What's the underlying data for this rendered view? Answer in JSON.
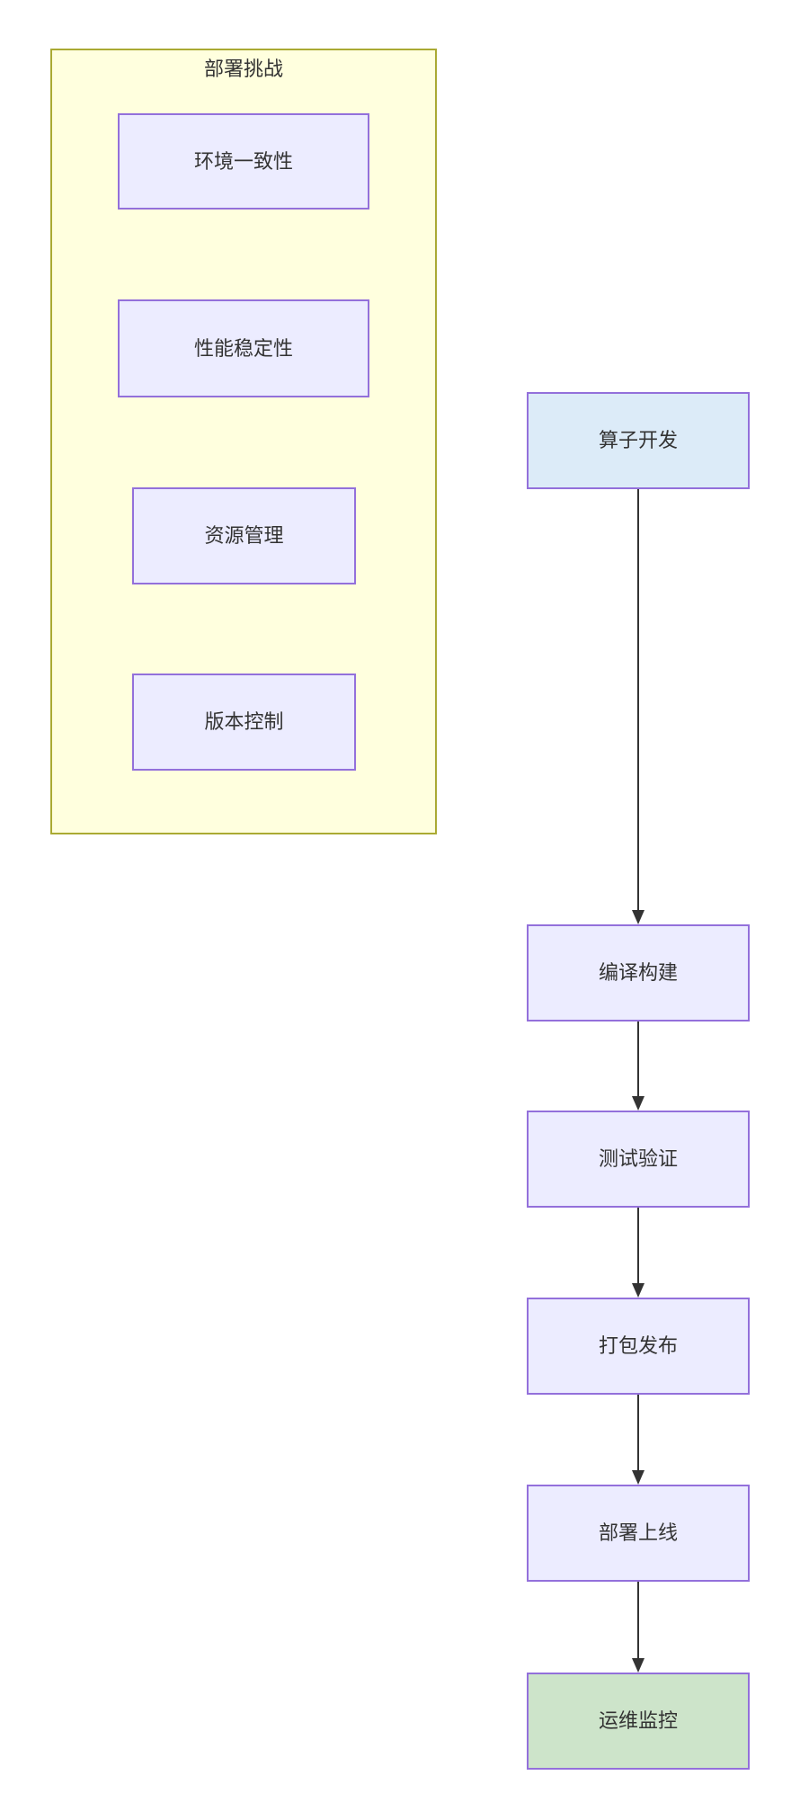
{
  "diagram": {
    "type": "flowchart",
    "direction": "top-down",
    "colors": {
      "cluster_fill": "#ffffde",
      "cluster_border": "#aaaa33",
      "node_fill": "#ececff",
      "node_border": "#9370db",
      "start_node_fill": "#dcebf8",
      "end_node_fill": "#cde4ca",
      "text": "#333333",
      "edge": "#333333"
    },
    "cluster": {
      "title": "部署挑战",
      "nodes": [
        {
          "label": "环境一致性"
        },
        {
          "label": "性能稳定性"
        },
        {
          "label": "资源管理"
        },
        {
          "label": "版本控制"
        }
      ]
    },
    "flow": {
      "nodes": [
        {
          "label": "算子开发"
        },
        {
          "label": "编译构建"
        },
        {
          "label": "测试验证"
        },
        {
          "label": "打包发布"
        },
        {
          "label": "部署上线"
        },
        {
          "label": "运维监控"
        }
      ],
      "edges": [
        {
          "from": "算子开发",
          "to": "编译构建"
        },
        {
          "from": "编译构建",
          "to": "测试验证"
        },
        {
          "from": "测试验证",
          "to": "打包发布"
        },
        {
          "from": "打包发布",
          "to": "部署上线"
        },
        {
          "from": "部署上线",
          "to": "运维监控"
        }
      ]
    }
  }
}
